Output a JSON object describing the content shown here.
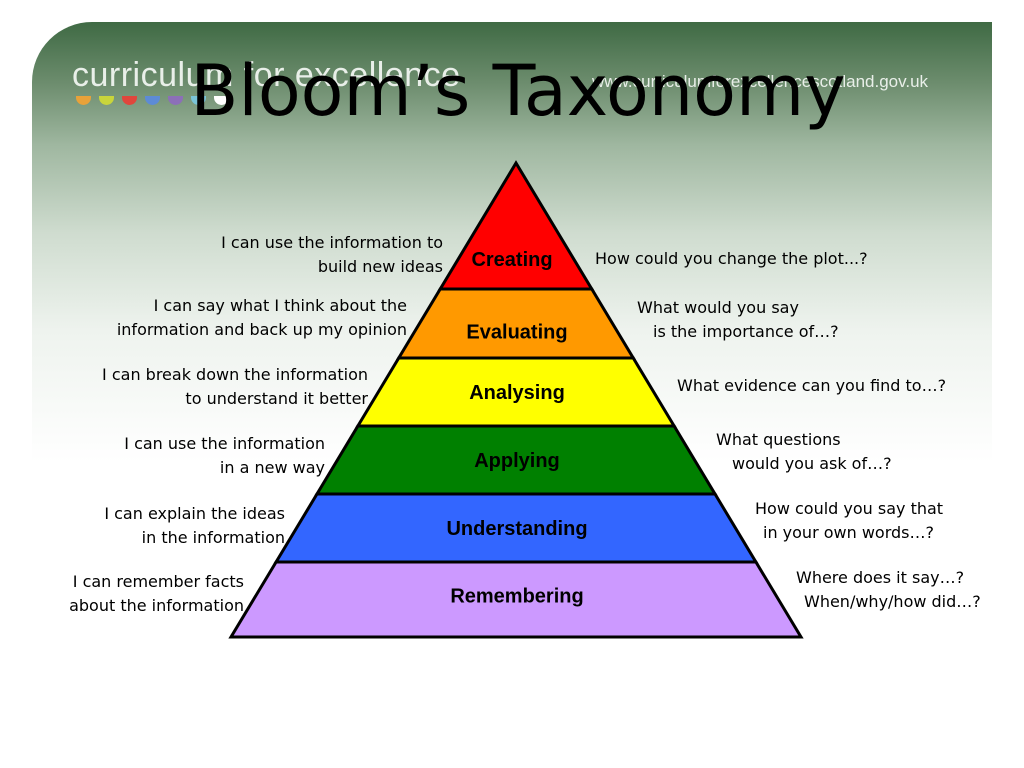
{
  "header": {
    "logo_text": "curriculum for excellence",
    "url": "www.curriculumforexcellencescotland.gov.uk",
    "dot_colors": [
      "#e8a23a",
      "#c9d53b",
      "#e0463c",
      "#5d8bd6",
      "#8c6fb8",
      "#7ac4d8",
      "#ffffff"
    ]
  },
  "title": "Bloom’s Taxonomy",
  "levels": [
    {
      "name": "Creating",
      "color": "#ff0000",
      "statement": [
        "I can use the information to",
        "build new ideas"
      ],
      "question": [
        "How could you change the plot...?"
      ]
    },
    {
      "name": "Evaluating",
      "color": "#ff9900",
      "statement": [
        "I can say what I think about the",
        "information and back up my opinion"
      ],
      "question": [
        "What would you say",
        "is the importance of…?"
      ]
    },
    {
      "name": "Analysing",
      "color": "#ffff00",
      "statement": [
        "I can break down the information",
        "to understand it better"
      ],
      "question": [
        "What evidence can you find to…?"
      ]
    },
    {
      "name": "Applying",
      "color": "#008000",
      "statement": [
        "I can use the information",
        "in a new way"
      ],
      "question": [
        "What questions",
        "would you ask of…?"
      ]
    },
    {
      "name": "Understanding",
      "color": "#3366ff",
      "statement": [
        "I can explain the ideas",
        "in the information"
      ],
      "question": [
        "How could you say that",
        "in your own words…?"
      ]
    },
    {
      "name": "Remembering",
      "color": "#cc99ff",
      "statement": [
        "I can remember facts",
        "about the information"
      ],
      "question": [
        "Where does it say…?",
        "When/why/how did…?"
      ]
    }
  ]
}
